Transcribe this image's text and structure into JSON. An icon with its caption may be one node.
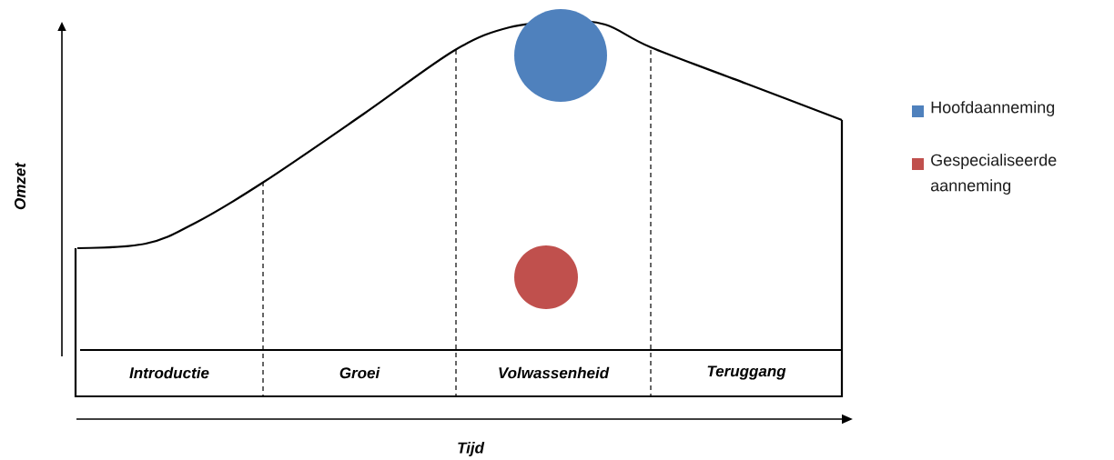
{
  "diagram": {
    "nodes": [
      {
        "text": [],
        "shape": "circle"
      },
      {
        "text": [],
        "shape": "circle"
      },
      {
        "text": [
          "Introductie"
        ]
      },
      {
        "text": [
          "Groei"
        ]
      },
      {
        "text": [
          "Volwassenheid"
        ]
      },
      {
        "text": [
          "Teruggang"
        ]
      }
    ],
    "edges": [],
    "labels": [
      "Omzet",
      "Tijd"
    ],
    "legend": [
      {
        "text": "Hoofdaanneming",
        "color": "#4f81bd"
      },
      {
        "text": "Gespecialiseerde aanneming",
        "color": "#c0504d"
      }
    ]
  }
}
